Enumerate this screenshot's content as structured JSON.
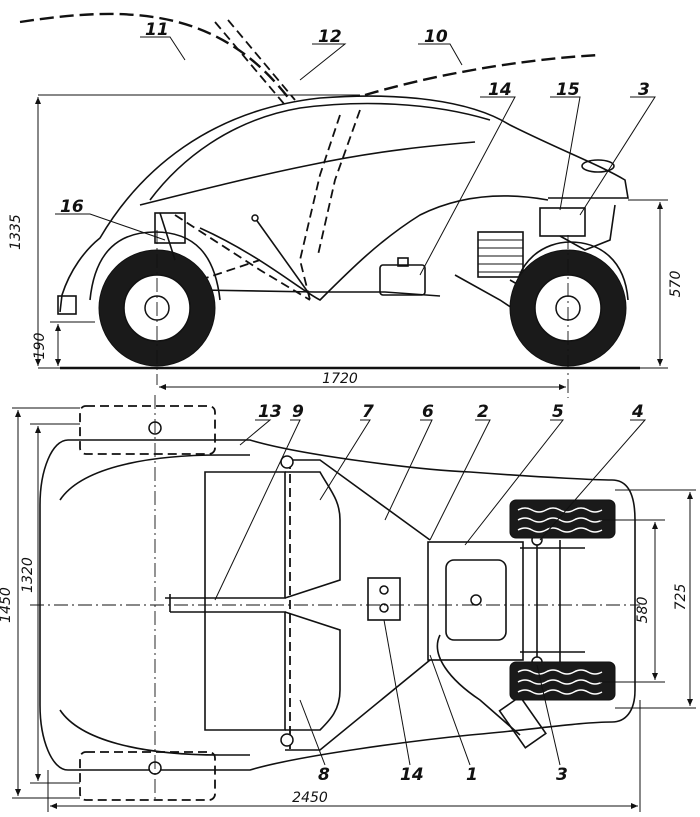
{
  "side_view": {
    "dimensions": {
      "overall_height": "1335",
      "ground_clearance": "190",
      "wheelbase": "1720",
      "rear_height": "570"
    },
    "callouts": [
      "11",
      "12",
      "10",
      "14",
      "15",
      "3",
      "16"
    ]
  },
  "top_view": {
    "dimensions": {
      "overall_width": "1450",
      "inner_width": "1320",
      "rear_width": "725",
      "rear_track": "580",
      "overall_length": "2450"
    },
    "callouts_top": [
      "13",
      "9",
      "7",
      "6",
      "2",
      "5",
      "4"
    ],
    "callouts_bottom": [
      "8",
      "14",
      "1",
      "3"
    ]
  }
}
